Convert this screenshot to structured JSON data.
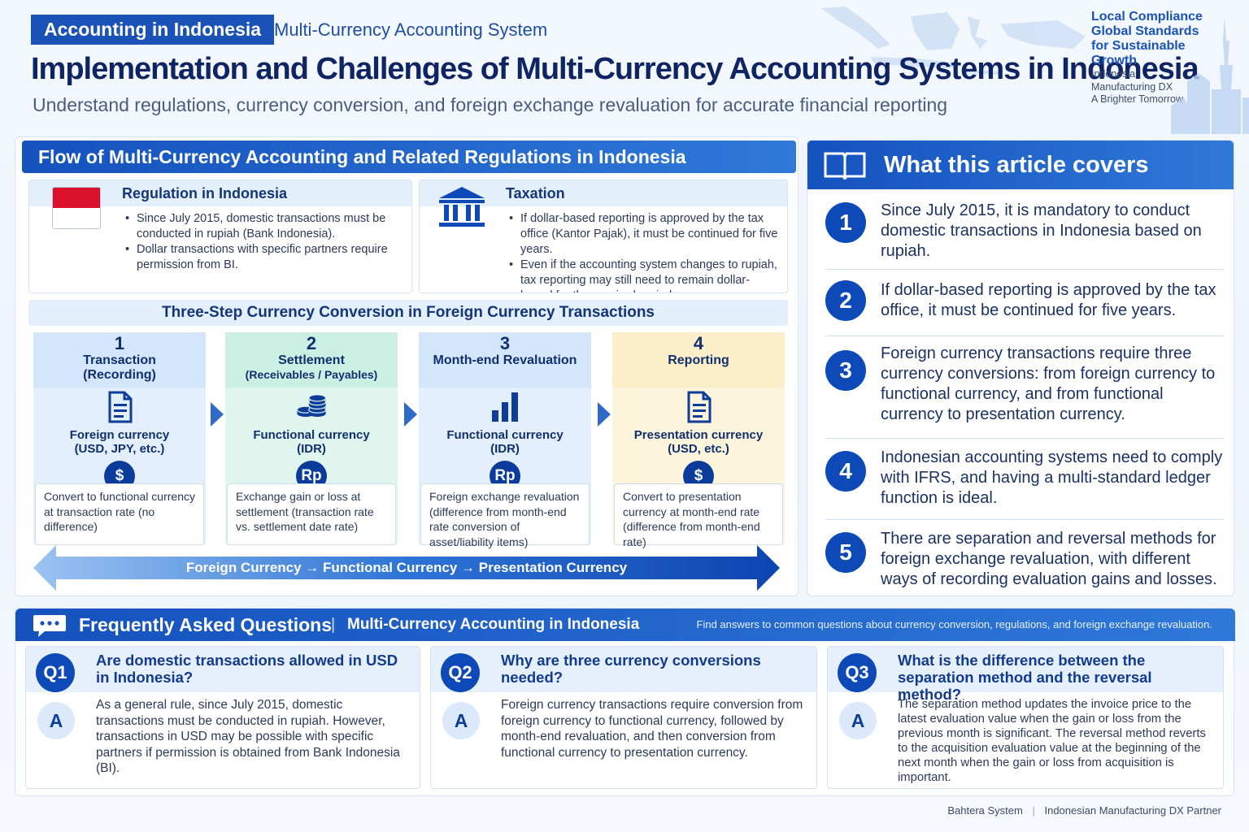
{
  "header": {
    "tag": "Accounting in Indonesia",
    "tag_sub": "Multi-Currency Accounting System",
    "title": "Implementation and Challenges of Multi-Currency Accounting Systems in Indonesia",
    "subtitle": "Understand regulations, currency conversion, and foreign exchange revaluation for accurate financial reporting",
    "brand_lines": [
      "Local Compliance",
      "Global Standards",
      "for Sustainable",
      "Growth"
    ],
    "brand_small": [
      "Indonesia",
      "Manufacturing DX",
      "A Brighter Tomorrow"
    ]
  },
  "flow": {
    "section_title": "Flow of Multi-Currency Accounting and Related Regulations in Indonesia",
    "regulation": {
      "title": "Regulation in Indonesia",
      "items": [
        "Since July 2015, domestic transactions must be conducted in rupiah (Bank Indonesia).",
        "Dollar transactions with specific partners require permission from BI."
      ]
    },
    "taxation": {
      "title": "Taxation",
      "items": [
        "If dollar-based reporting is approved by the tax office (Kantor Pajak), it must be continued for five years.",
        "Even if the accounting system changes to rupiah, tax reporting may still need to remain dollar-based for the required period."
      ]
    },
    "three_step_title": "Three-Step Currency Conversion in Foreign Currency Transactions",
    "steps": [
      {
        "num": "1",
        "title": "Transaction",
        "title2": "(Recording)",
        "currency": "Foreign currency",
        "currency2": "(USD, JPY, etc.)",
        "coin": "$",
        "desc": "Convert to functional currency at transaction rate (no difference)",
        "icon": "document-icon"
      },
      {
        "num": "2",
        "title": "Settlement",
        "title2": "(Receivables / Payables)",
        "currency": "Functional currency",
        "currency2": "(IDR)",
        "coin": "Rp",
        "desc": "Exchange gain or loss at settlement (transaction rate vs. settlement date rate)",
        "icon": "coins-icon"
      },
      {
        "num": "3",
        "title": "Month-end Revaluation",
        "title2": "",
        "currency": "Functional currency",
        "currency2": "(IDR)",
        "coin": "Rp",
        "desc": "Foreign exchange revaluation (difference from month-end rate conversion of asset/liability items)",
        "icon": "bar-chart-icon"
      },
      {
        "num": "4",
        "title": "Reporting",
        "title2": "",
        "currency": "Presentation currency",
        "currency2": "(USD, etc.)",
        "coin": "$",
        "desc": "Convert to presentation currency at month-end rate (difference from month-end rate)",
        "icon": "document-icon"
      }
    ],
    "bottom_arrow": "Foreign Currency → Functional Currency → Presentation Currency",
    "colors": {
      "step1": "#e3effc",
      "step2": "#e0f5ee",
      "step3": "#e3effc",
      "step4": "#fdf4dc"
    }
  },
  "covers": {
    "title": "What this  article covers",
    "items": [
      {
        "num": "1",
        "text": "Since July 2015, it is mandatory to conduct domestic transactions in Indonesia based on rupiah."
      },
      {
        "num": "2",
        "text": "If dollar-based reporting is approved by the tax office, it must be continued for five years."
      },
      {
        "num": "3",
        "text": "Foreign currency transactions require three currency conversions: from foreign currency to functional currency, and from functional currency to presentation currency."
      },
      {
        "num": "4",
        "text": "Indonesian accounting systems need to comply with IFRS, and having a multi-standard ledger function is ideal."
      },
      {
        "num": "5",
        "text": "There are separation and reversal methods for foreign exchange revaluation, with different ways of recording evaluation gains and losses."
      }
    ]
  },
  "faq": {
    "title": "Frequently Asked Questions",
    "separator": "|",
    "subtitle": "Multi-Currency Accounting in Indonesia",
    "note": "Find answers to common questions about currency conversion, regulations, and foreign exchange revaluation.",
    "items": [
      {
        "q_label": "Q1",
        "q": "Are domestic transactions allowed in USD in Indonesia?",
        "a_label": "A",
        "a": "As a general rule, since July 2015, domestic transactions must be conducted in rupiah. However, transactions in USD may be possible with specific partners if permission is obtained from Bank Indonesia (BI)."
      },
      {
        "q_label": "Q2",
        "q": "Why are three currency conversions needed?",
        "a_label": "A",
        "a": "Foreign currency transactions require conversion from foreign currency to functional currency, followed by month-end revaluation, and then conversion from functional currency to presentation currency."
      },
      {
        "q_label": "Q3",
        "q": "What is the difference between the separation method and the reversal method?",
        "a_label": "A",
        "a": "The separation method updates the invoice price to the latest evaluation value when the gain or loss from the previous month is significant. The reversal method reverts to the acquisition evaluation value at the beginning of the next month when the gain or loss from acquisition is important."
      }
    ]
  },
  "footer": {
    "left": "Bahtera System",
    "sep": "|",
    "right": "Indonesian Manufacturing DX Partner"
  }
}
